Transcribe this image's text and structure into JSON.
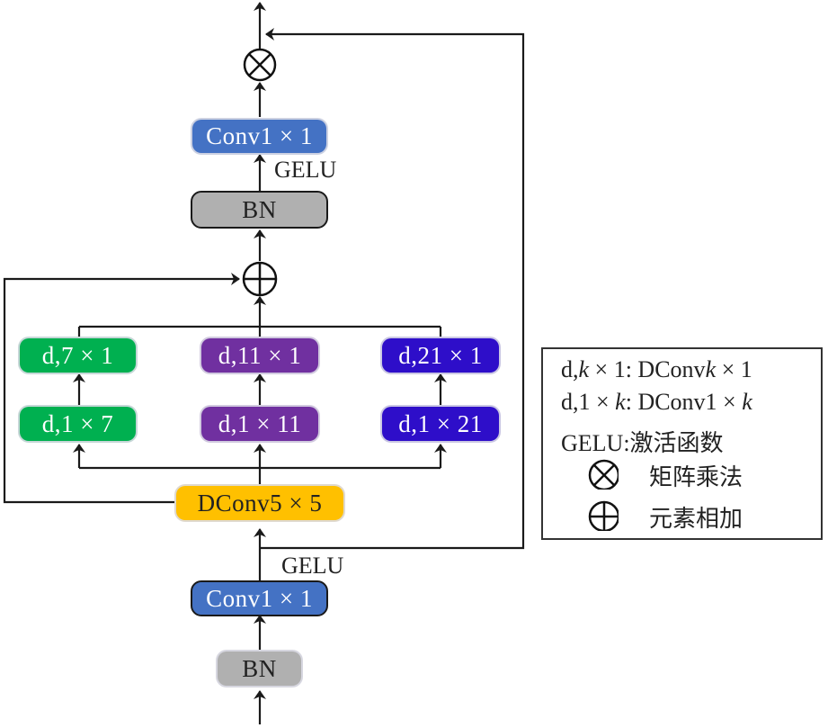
{
  "diagram": {
    "title": "",
    "colors": {
      "conv": "#4472c4",
      "bn": "#b0b0b0",
      "green": "#00b050",
      "purple": "#7030a0",
      "blue": "#2e0ec9",
      "yellow": "#ffc000",
      "line": "#1a1a1a"
    },
    "nodes": {
      "bn_bottom": "BN",
      "conv_bottom": "Conv1 × 1",
      "gelu_bottom": "GELU",
      "dconv5": "DConv5 × 5",
      "branch7_a": "d,1 × 7",
      "branch7_b": "d,7 × 1",
      "branch11_a": "d,1 × 11",
      "branch11_b": "d,11 × 1",
      "branch21_a": "d,1 × 21",
      "branch21_b": "d,21 × 1",
      "bn_top": "BN",
      "gelu_top": "GELU",
      "conv_top": "Conv1 × 1",
      "add_op": "⊕",
      "mul_op": "⊗"
    },
    "legend": {
      "line1_prefix": "d,",
      "line1_k": "k",
      "line1_mid": " × 1: DConv",
      "line1_k2": "k",
      "line1_suffix": " × 1",
      "line2_prefix": "d,1 × ",
      "line2_k": "k",
      "line2_mid": ": DConv1 × ",
      "line2_k2": "k",
      "line3": "GELU:激活函数",
      "mul_label": "矩阵乘法",
      "add_label": "元素相加"
    }
  }
}
